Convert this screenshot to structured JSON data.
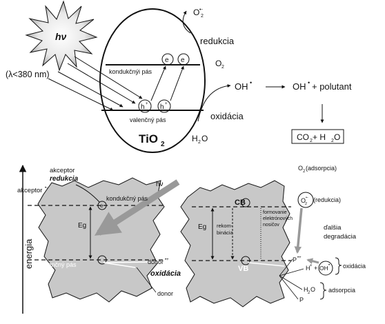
{
  "top": {
    "sun_label": "hν",
    "wavelength": "(λ<380 nm)",
    "conduction_band": "kondukčnýi pás",
    "valence_band": "valenčný pás",
    "electron": "e",
    "hole": "h",
    "hole_sup": "+",
    "material": "TiO",
    "material_sub": "2",
    "superoxide": "O",
    "superoxide_sup": "•-",
    "superoxide_sub": "2",
    "reduction": "redukcia",
    "oxygen": "O",
    "oxygen_sub": "2",
    "hydroxyl": "OH",
    "hydroxyl_sup": "•",
    "pollutant_reaction": "OH",
    "pollutant_reaction_sup": "•",
    "pollutant_reaction_tail": "+ polutant",
    "oxidation": "oxidácia",
    "water": "H",
    "water_sub": "2",
    "water_tail": "O",
    "products": "CO",
    "products_sub": "2",
    "products_mid": " + H",
    "products_sub2": "2",
    "products_tail": "O"
  },
  "bottom_left": {
    "energy_axis": "energia",
    "acceptor": "akceptor",
    "reduction": "redukcia",
    "acceptor_minus": "akceptor",
    "acceptor_minus_sup": "•-",
    "hv": "hν",
    "conduction_band": "kondukčný pás",
    "electron": "e",
    "band_gap": "Eg",
    "valence_band": "valenčný pás",
    "donor_plus": "donor",
    "donor_plus_sup": "•+",
    "oxidation": "oxidácia",
    "donor": "donor"
  },
  "bottom_right": {
    "o2_adsorption": "O",
    "o2_adsorption_sub": "2",
    "o2_adsorption_tail": " (adsorpcia)",
    "superoxide": "O",
    "superoxide_sup": "•-",
    "superoxide_sub": "2",
    "reduction_paren": "(redukcia)",
    "cb": "CB",
    "band_gap": "Eg",
    "recombination": [
      "rekom-",
      "binácia"
    ],
    "carrier_formation": [
      "formovanie",
      "elektrónových",
      "nosičov"
    ],
    "further_degradation": [
      "ďalšia",
      "degradácia"
    ],
    "vb": "VB",
    "p_radical": "P",
    "p_radical_sup": "•+",
    "h_plus": "H",
    "h_plus_sup": "+",
    "plus": "+",
    "oh_radical": "OH",
    "oh_radical_sup": "•",
    "oxidation": "oxidácia",
    "water": "H",
    "water_sub": "2",
    "water_tail": "O",
    "adsorption": "adsorpcia",
    "p": "P"
  }
}
